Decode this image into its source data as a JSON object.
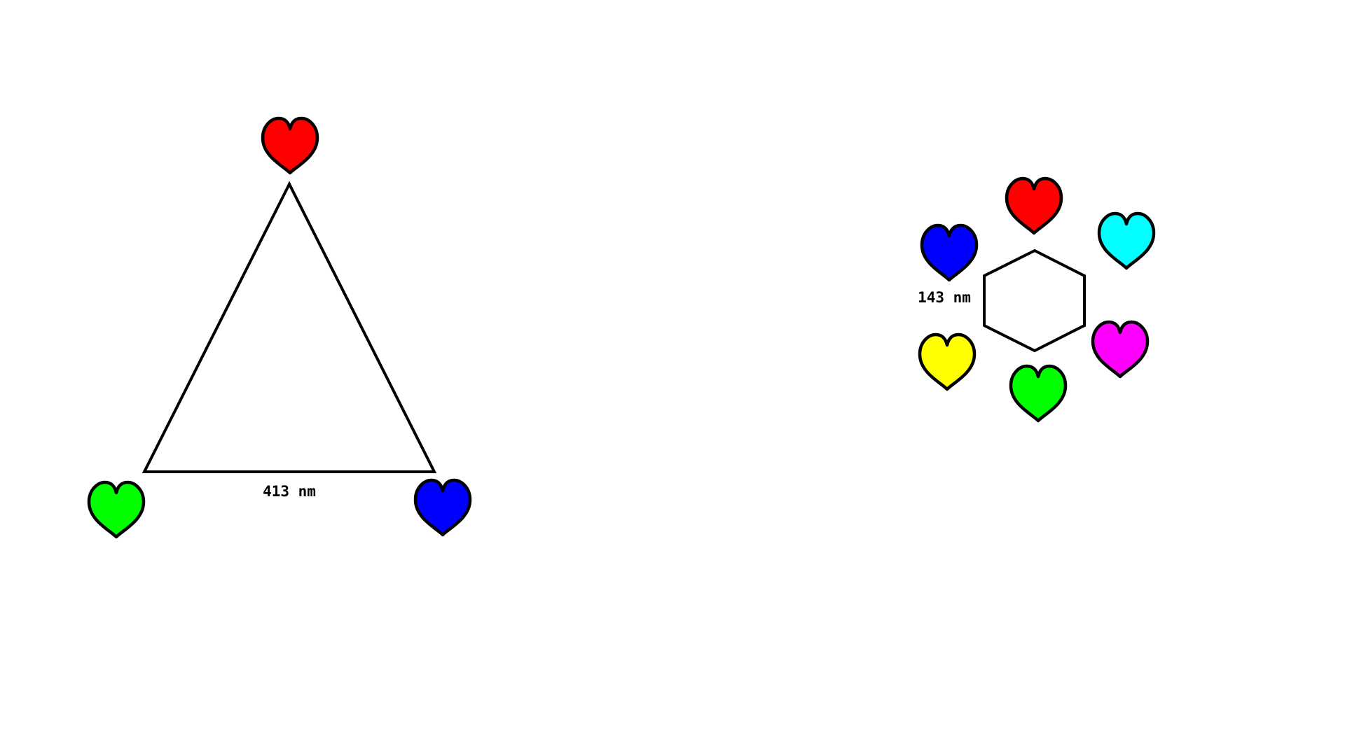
{
  "triangle_diagram": {
    "side_label": "413 nm",
    "hearts": [
      {
        "position": "top",
        "color": "#ff0000"
      },
      {
        "position": "bottom-left",
        "color": "#00ff00"
      },
      {
        "position": "bottom-right",
        "color": "#0000ff"
      }
    ]
  },
  "hexagon_diagram": {
    "side_label": "143 nm",
    "hearts": [
      {
        "position": "top",
        "color": "#ff0000"
      },
      {
        "position": "top-right",
        "color": "#00ffff"
      },
      {
        "position": "bottom-right",
        "color": "#ff00ff"
      },
      {
        "position": "bottom",
        "color": "#00ff00"
      },
      {
        "position": "bottom-left",
        "color": "#ffff00"
      },
      {
        "position": "top-left",
        "color": "#0000ff"
      }
    ]
  }
}
